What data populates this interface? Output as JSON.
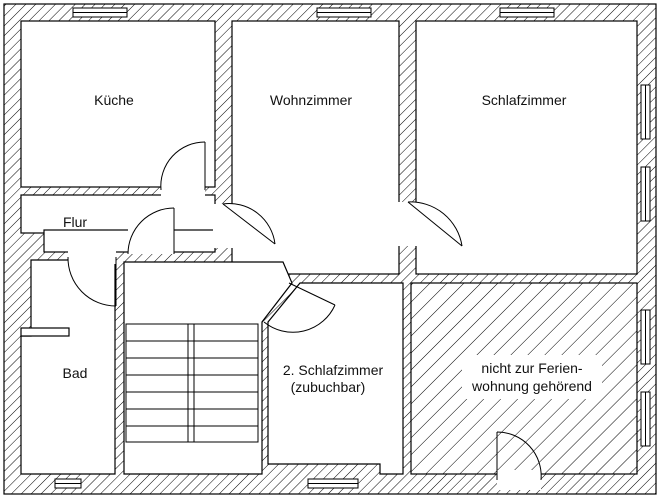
{
  "rooms": {
    "kueche": "Küche",
    "wohnzimmer": "Wohnzimmer",
    "schlafzimmer": "Schlafzimmer",
    "flur": "Flur",
    "bad": "Bad",
    "schlafzimmer2_line1": "2. Schlafzimmer",
    "schlafzimmer2_line2": "(zubuchbar)",
    "excluded_line1": "nicht zur Ferien-",
    "excluded_line2": "wohnung gehörend"
  },
  "colors": {
    "line": "#000000",
    "background": "#ffffff"
  }
}
